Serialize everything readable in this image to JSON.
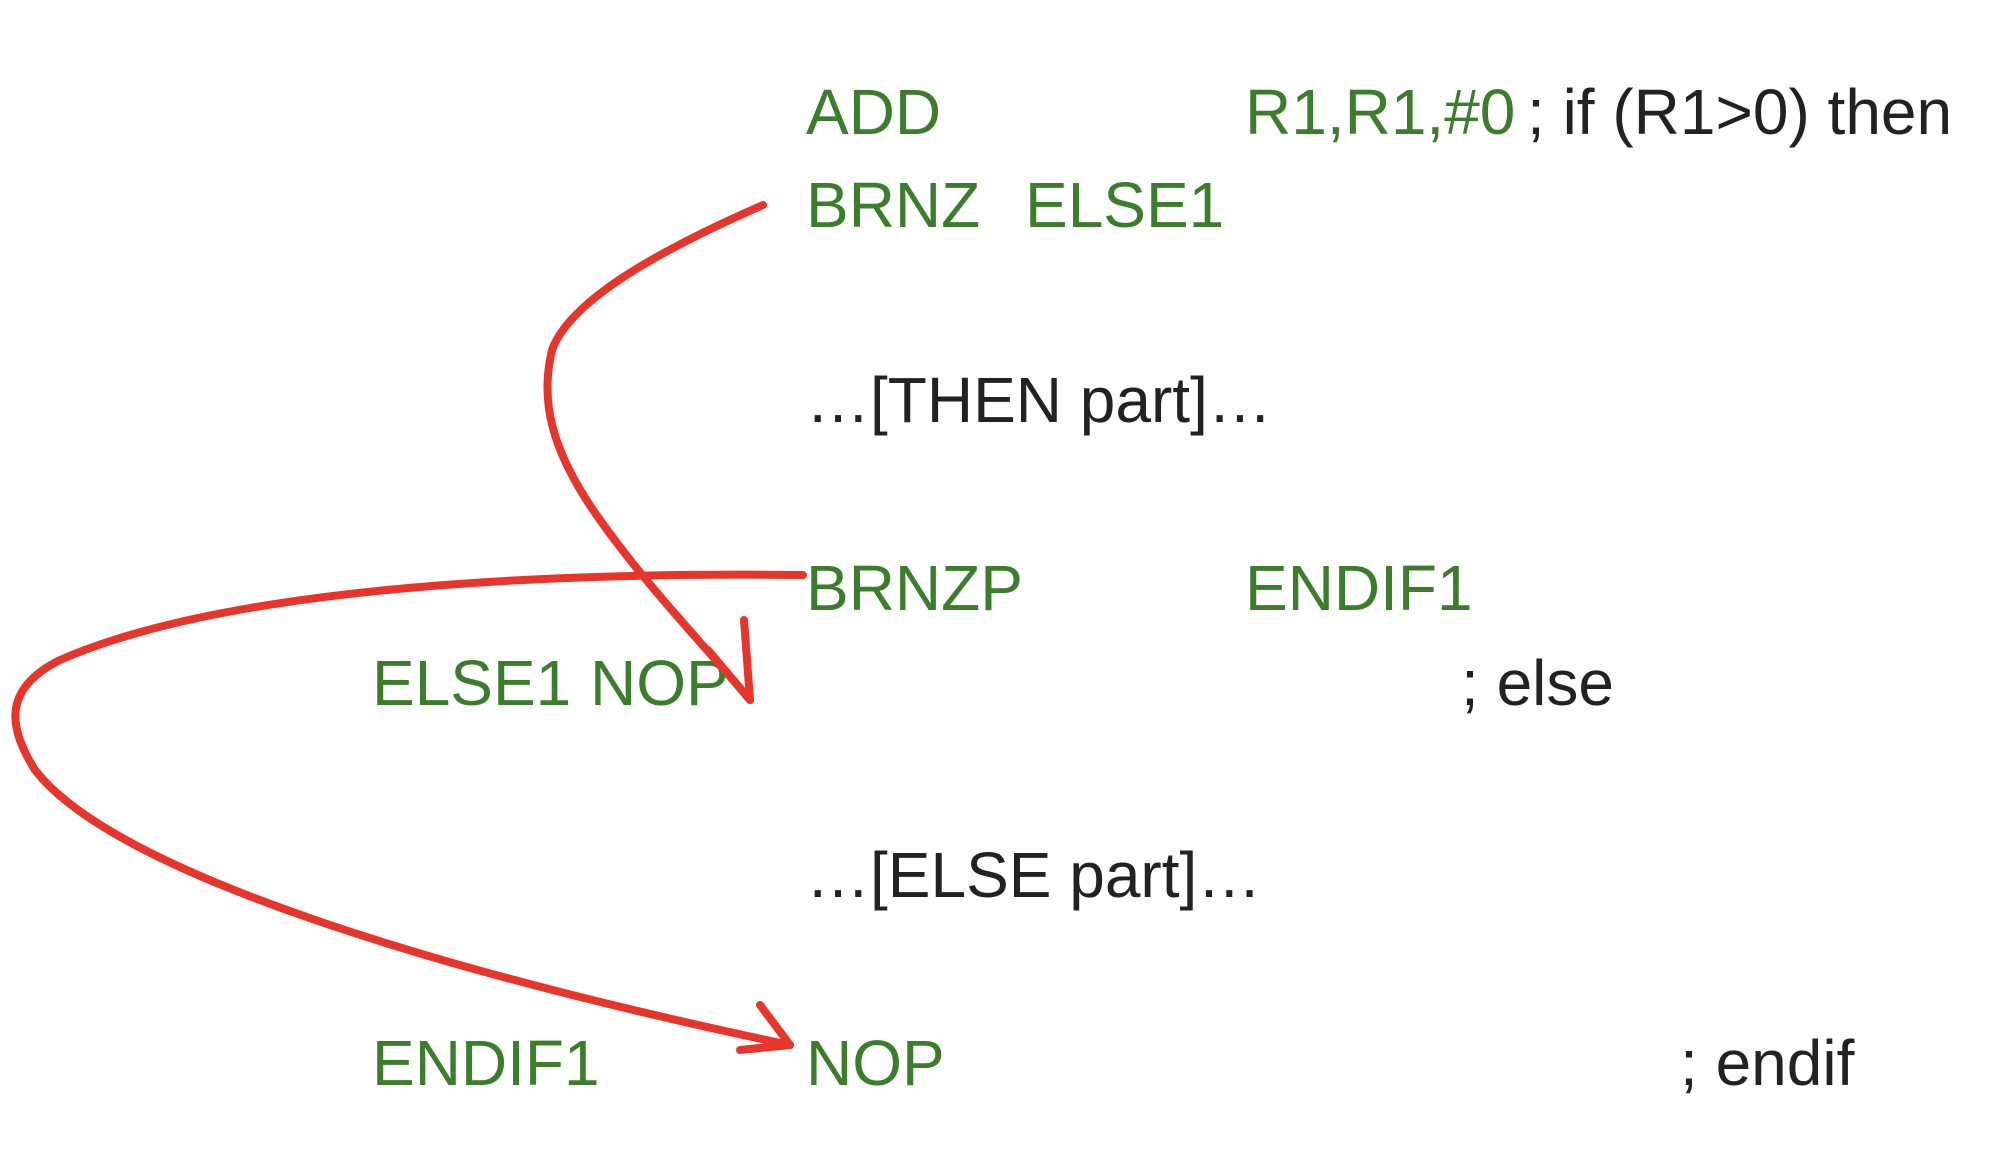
{
  "colors": {
    "code": "#3a7d2a",
    "comment": "#222222",
    "arrow": "#e8352b"
  },
  "lines": [
    {
      "label": "",
      "opcode": "ADD",
      "operands": "R1,R1,#0",
      "comment": "; if (R1>0) then"
    },
    {
      "label": "",
      "opcode": "BRNZ",
      "operands": "ELSE1",
      "comment": ""
    },
    {
      "placeholder": "…[THEN part]…"
    },
    {
      "label": "",
      "opcode": "BRNZP",
      "operands": "ENDIF1",
      "comment": ""
    },
    {
      "label": "ELSE1",
      "opcode": "NOP",
      "operands": "",
      "comment": "; else"
    },
    {
      "placeholder": "…[ELSE part]…"
    },
    {
      "label": "ENDIF1",
      "opcode": "NOP",
      "operands": "",
      "comment": "; endif"
    }
  ],
  "arrows": [
    {
      "from": "BRNZ ELSE1",
      "to": "ELSE1 NOP"
    },
    {
      "from": "BRNZP ENDIF1",
      "to": "ENDIF1 NOP"
    }
  ]
}
